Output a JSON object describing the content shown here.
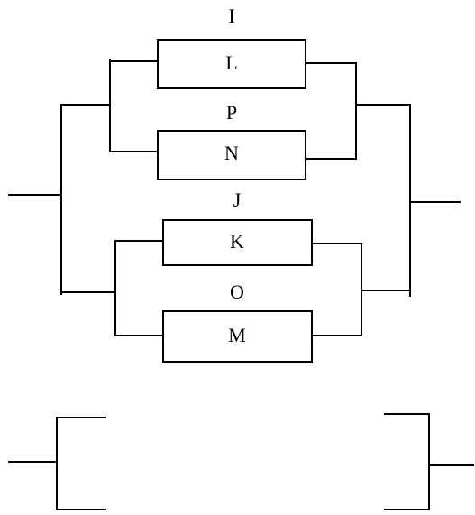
{
  "diagram": {
    "components": [
      {
        "box_label": "L",
        "above_label": "I"
      },
      {
        "box_label": "N",
        "above_label": "P"
      },
      {
        "box_label": "K",
        "above_label": "J"
      },
      {
        "box_label": "M",
        "above_label": "O"
      }
    ]
  }
}
